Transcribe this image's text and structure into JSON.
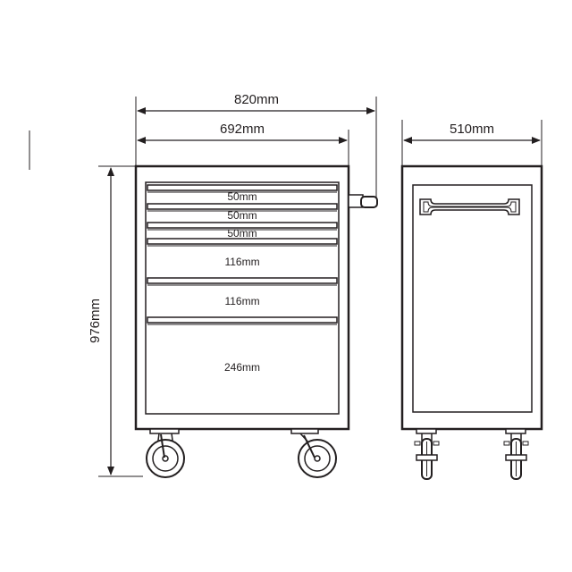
{
  "dimensions": {
    "overall_width": "820mm",
    "body_width": "692mm",
    "depth": "510mm",
    "height": "976mm"
  },
  "drawers": [
    {
      "label": "50mm"
    },
    {
      "label": "50mm"
    },
    {
      "label": "50mm"
    },
    {
      "label": "116mm"
    },
    {
      "label": "116mm"
    },
    {
      "label": "246mm"
    }
  ]
}
